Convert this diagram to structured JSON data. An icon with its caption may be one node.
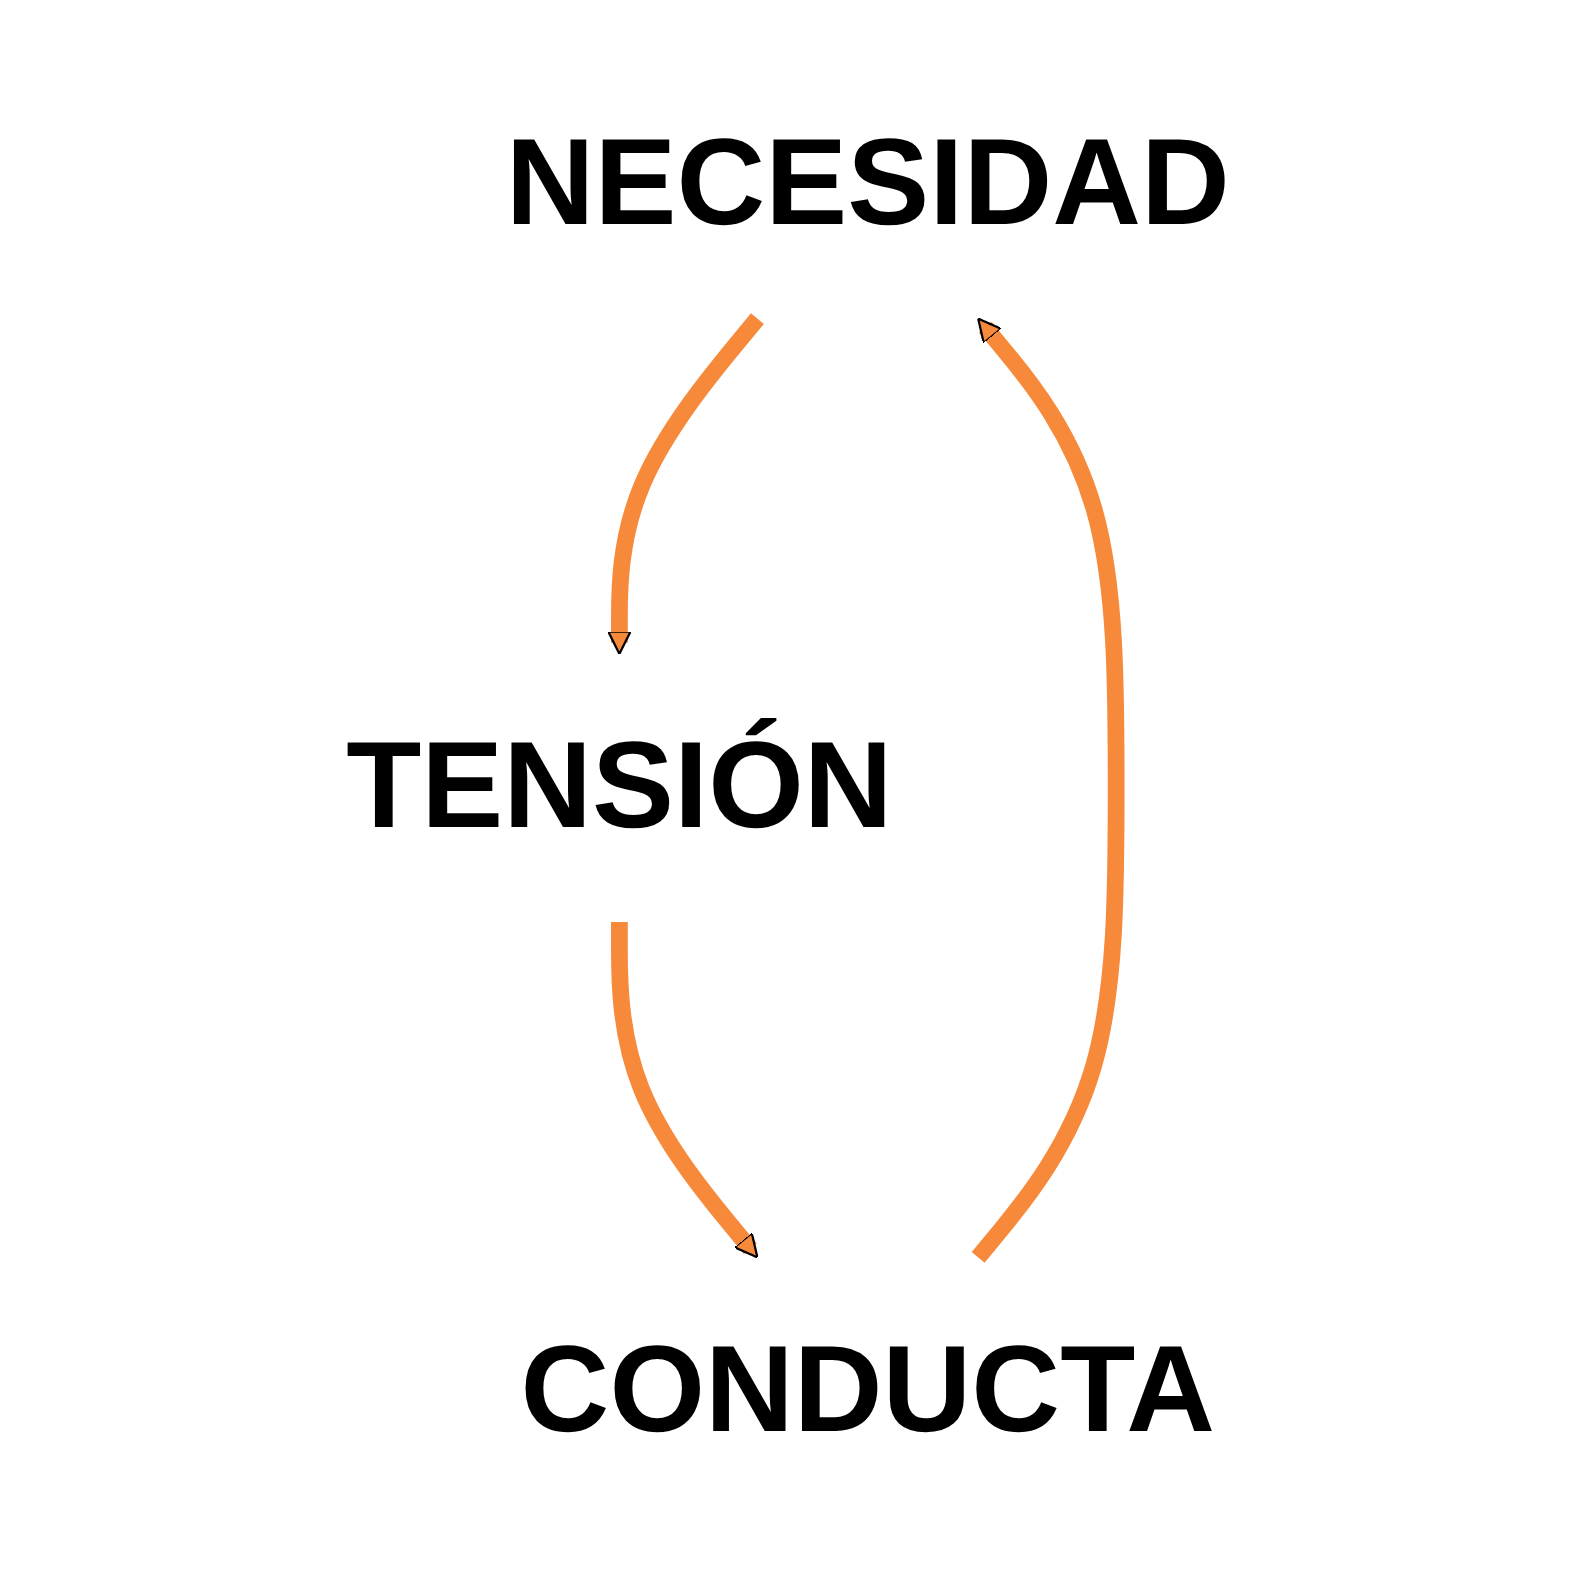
{
  "diagram": {
    "nodes": [
      {
        "text": [
          "NECESIDAD"
        ]
      },
      {
        "text": [
          "TENSIÓN"
        ]
      },
      {
        "text": [
          "CONDUCTA"
        ]
      }
    ],
    "edges": [
      {
        "from": 0,
        "to": 1,
        "arrow": "to"
      },
      {
        "from": 1,
        "to": 2,
        "arrow": "to"
      },
      {
        "from": 2,
        "to": 0,
        "arrow": "to"
      }
    ]
  }
}
